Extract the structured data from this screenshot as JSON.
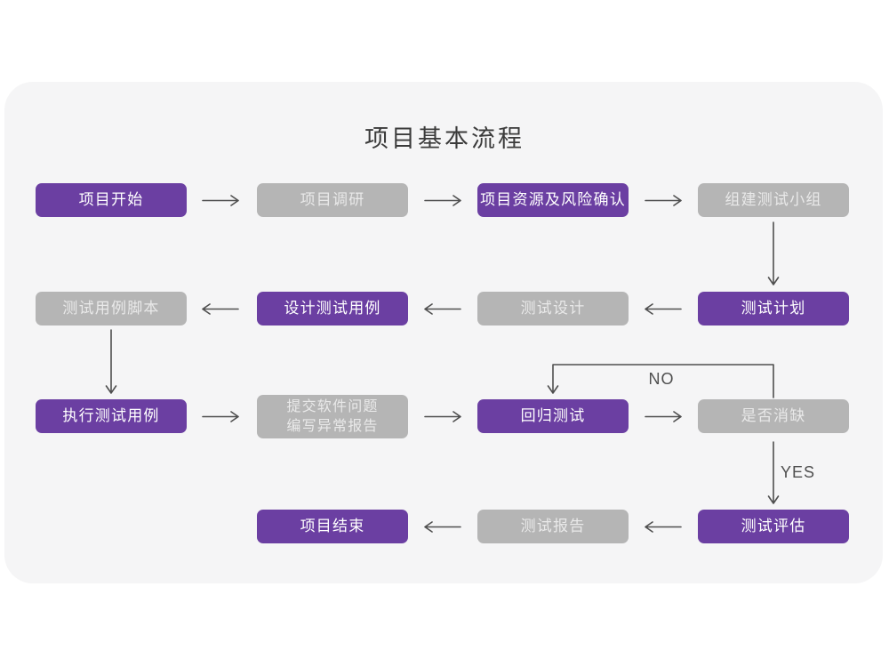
{
  "title": "项目基本流程",
  "colors": {
    "page_bg": "#ffffff",
    "card_bg": "#f5f5f6",
    "node_purple": "#6b3fa2",
    "node_gray": "#b5b5b5",
    "text_on_purple": "#ffffff",
    "text_on_gray": "#e9e9e9",
    "arrow": "#4f4f4f",
    "title_text": "#3b3b3b"
  },
  "flow": {
    "decision_labels": {
      "no": "NO",
      "yes": "YES"
    },
    "nodes": [
      {
        "id": "project-start",
        "label": "项目开始",
        "variant": "purple",
        "row": 1,
        "col": 1
      },
      {
        "id": "project-research",
        "label": "项目调研",
        "variant": "gray",
        "row": 1,
        "col": 2
      },
      {
        "id": "resources-risk-confirm",
        "label": "项目资源及风险确认",
        "variant": "purple",
        "row": 1,
        "col": 3
      },
      {
        "id": "build-test-team",
        "label": "组建测试小组",
        "variant": "gray",
        "row": 1,
        "col": 4
      },
      {
        "id": "test-case-script",
        "label": "测试用例脚本",
        "variant": "gray",
        "row": 2,
        "col": 1
      },
      {
        "id": "design-test-case",
        "label": "设计测试用例",
        "variant": "purple",
        "row": 2,
        "col": 2
      },
      {
        "id": "test-design",
        "label": "测试设计",
        "variant": "gray",
        "row": 2,
        "col": 3
      },
      {
        "id": "test-plan",
        "label": "测试计划",
        "variant": "purple",
        "row": 2,
        "col": 4
      },
      {
        "id": "execute-test-case",
        "label": "执行测试用例",
        "variant": "purple",
        "row": 3,
        "col": 1
      },
      {
        "id": "submit-issue-report",
        "label": "提交软件问题\n编写异常报告",
        "variant": "gray",
        "row": 3,
        "col": 2,
        "tall": true
      },
      {
        "id": "regression-test",
        "label": "回归测试",
        "variant": "purple",
        "row": 3,
        "col": 3
      },
      {
        "id": "defect-cleared",
        "label": "是否消缺",
        "variant": "gray",
        "row": 3,
        "col": 4
      },
      {
        "id": "project-end",
        "label": "项目结束",
        "variant": "purple",
        "row": 4,
        "col": 2
      },
      {
        "id": "test-report",
        "label": "测试报告",
        "variant": "gray",
        "row": 4,
        "col": 3
      },
      {
        "id": "test-evaluation",
        "label": "测试评估",
        "variant": "purple",
        "row": 4,
        "col": 4
      }
    ]
  }
}
